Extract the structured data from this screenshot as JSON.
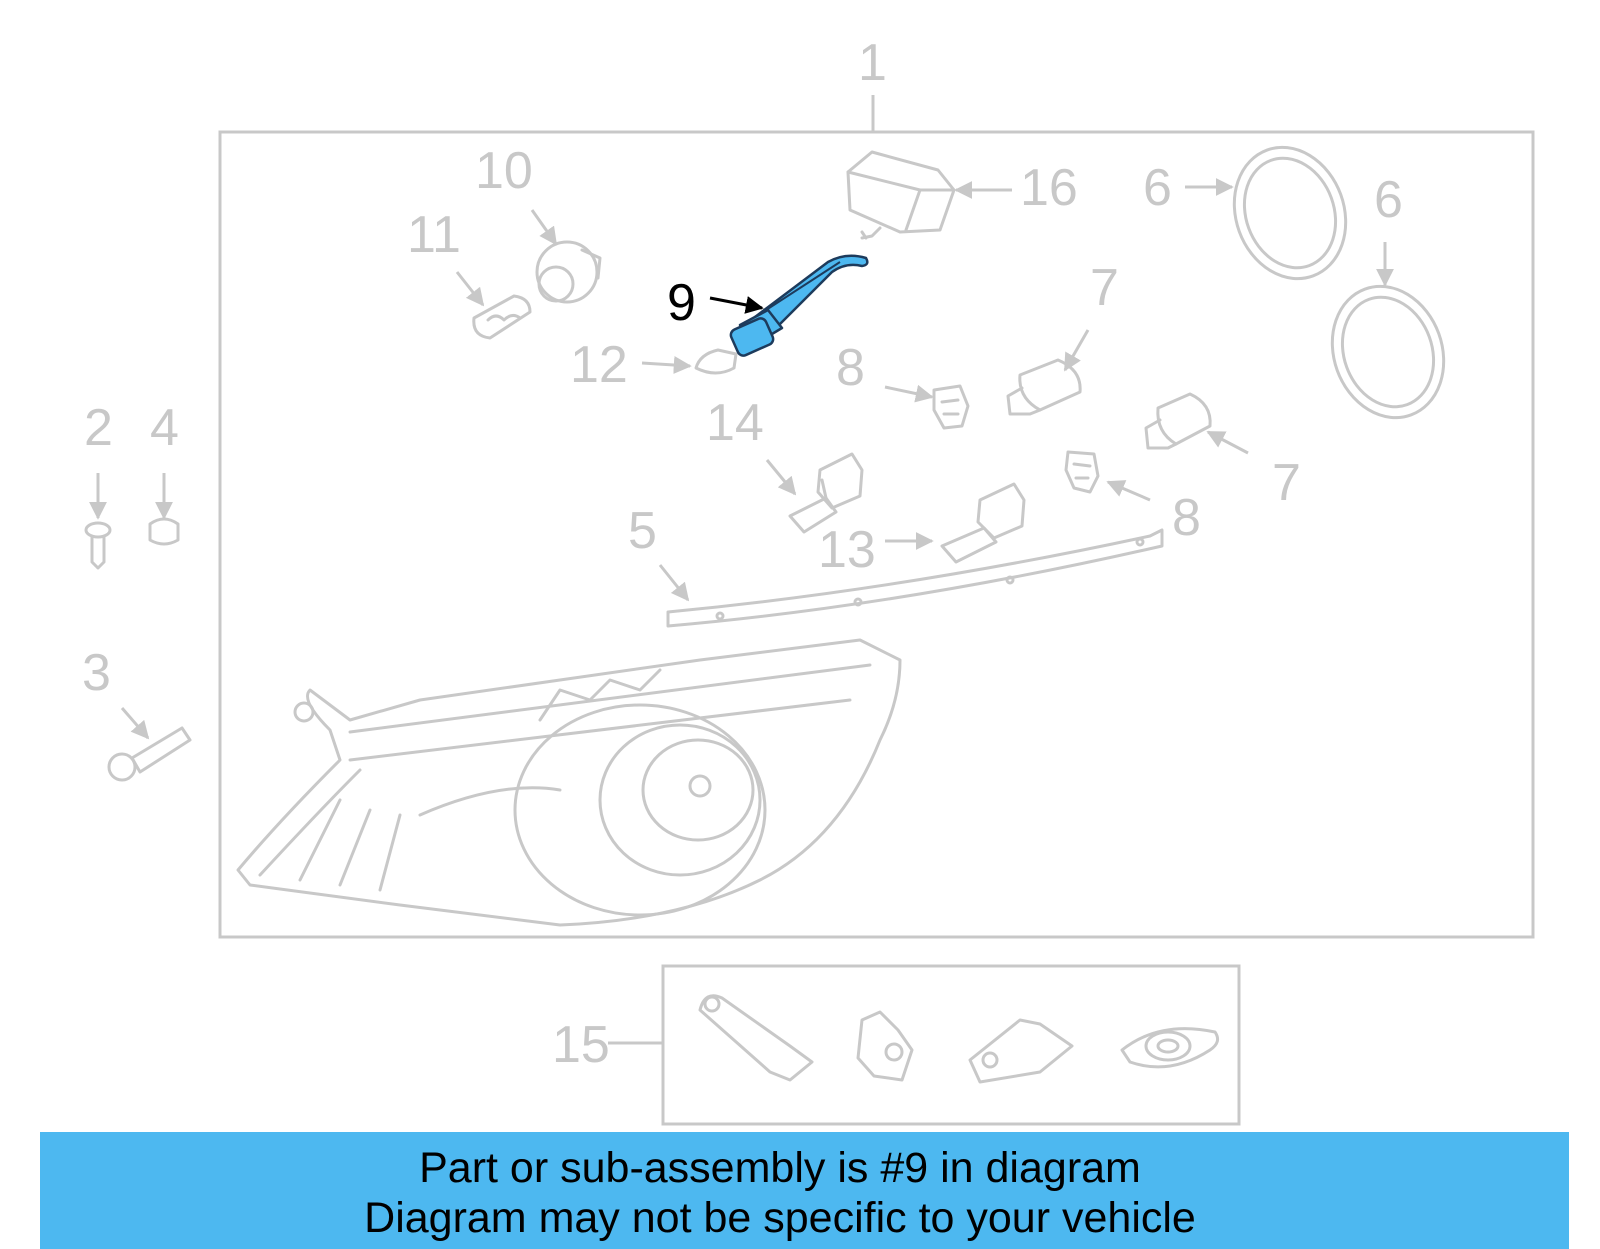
{
  "diagram": {
    "callouts": {
      "c1": "1",
      "c2": "2",
      "c3": "3",
      "c4": "4",
      "c5": "5",
      "c6a": "6",
      "c6b": "6",
      "c7a": "7",
      "c7b": "7",
      "c8a": "8",
      "c8b": "8",
      "c9": "9",
      "c10": "10",
      "c11": "11",
      "c12": "12",
      "c13": "13",
      "c14": "14",
      "c15": "15",
      "c16": "16"
    },
    "highlighted_part": "9",
    "colors": {
      "highlight": "#4db8f0",
      "inactive": "#c8c8c8",
      "banner": "#4db8f0"
    }
  },
  "banner": {
    "line1": "Part or sub-assembly is #9 in diagram",
    "line2": "Diagram may not be specific to your vehicle"
  }
}
